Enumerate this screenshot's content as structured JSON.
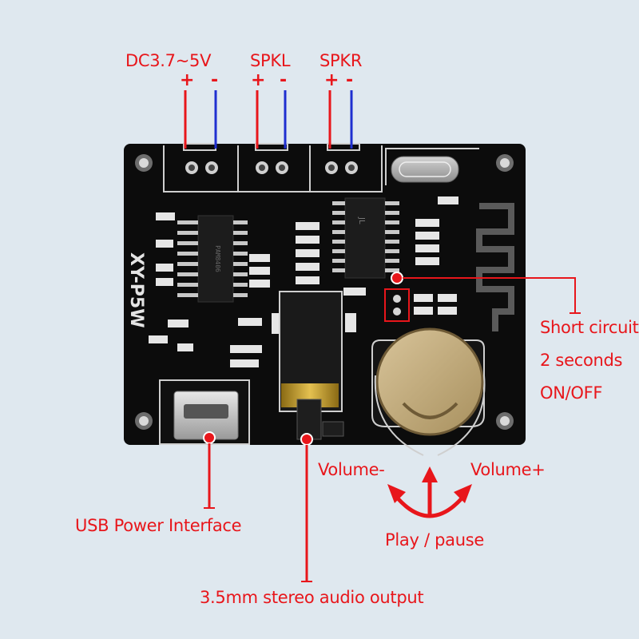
{
  "board": {
    "model_label": "XY-P5W",
    "chip_left_text": "PAM8406",
    "chip_bt_text": "JL"
  },
  "connectors": [
    {
      "label": "DC3.7~5V",
      "plus": "+",
      "minus": "-"
    },
    {
      "label": "SPKL",
      "plus": "+",
      "minus": "-"
    },
    {
      "label": "SPKR",
      "plus": "+",
      "minus": "-"
    }
  ],
  "callouts": {
    "short_circuit": [
      "Short circuit",
      "2 seconds",
      "ON/OFF"
    ],
    "usb": "USB Power Interface",
    "audio": "3.5mm stereo audio output",
    "volume_minus": "Volume-",
    "volume_plus": "Volume+",
    "play_pause": "Play / pause"
  },
  "colors": {
    "background": "#dfe8ef",
    "pcb": "#0c0c0c",
    "callout_red": "#e8161b",
    "wire_blue": "#1f2fd0",
    "gold": "#c9a227"
  }
}
